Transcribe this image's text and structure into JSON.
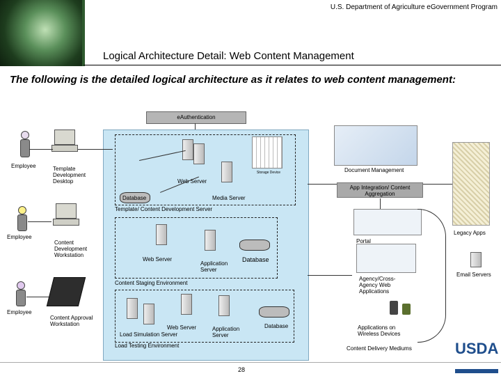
{
  "header": {
    "program": "U.S. Department of Agriculture eGovernment Program",
    "title": "Logical Architecture Detail: Web Content Management",
    "intro": "The following is the detailed logical architecture as it relates to web content management:"
  },
  "nodes": {
    "eauth": "eAuthentication",
    "employee1": "Employee",
    "employee2": "Employee",
    "employee3": "Employee",
    "template_desktop": "Template Development Desktop",
    "content_workstation": "Content Development Workstation",
    "approval_workstation": "Content Approval Workstation",
    "web_server_1": "Web Server",
    "storage_device": "Storage Device",
    "media_server": "Media Server",
    "database_1": "Database",
    "template_env": "Template/ Content Development Server",
    "web_server_2": "Web Server",
    "app_server_2": "Application Server",
    "database_2": "Database",
    "staging_env": "Content Staging Environment",
    "web_server_3": "Web Server",
    "load_sim": "Load Simulation Server",
    "app_server_3": "Application Server",
    "database_3": "Database",
    "load_env": "Load Testing Environment",
    "doc_mgmt": "Document Management",
    "app_integration": "App Integration/ Content Aggregation",
    "legacy_apps": "Legacy Apps",
    "portal": "Portal",
    "email_servers": "Email Servers",
    "agency_web": "Agency/Cross-Agency Web Applications",
    "wireless": "Applications on Wireless Devices",
    "delivery": "Content Delivery Mediums"
  },
  "footer": {
    "page": "28",
    "logo": "USDA"
  },
  "colors": {
    "env_bg": "#c9e6f4",
    "logo": "#1f4e8c",
    "gray_box": "#a9a9a9"
  }
}
